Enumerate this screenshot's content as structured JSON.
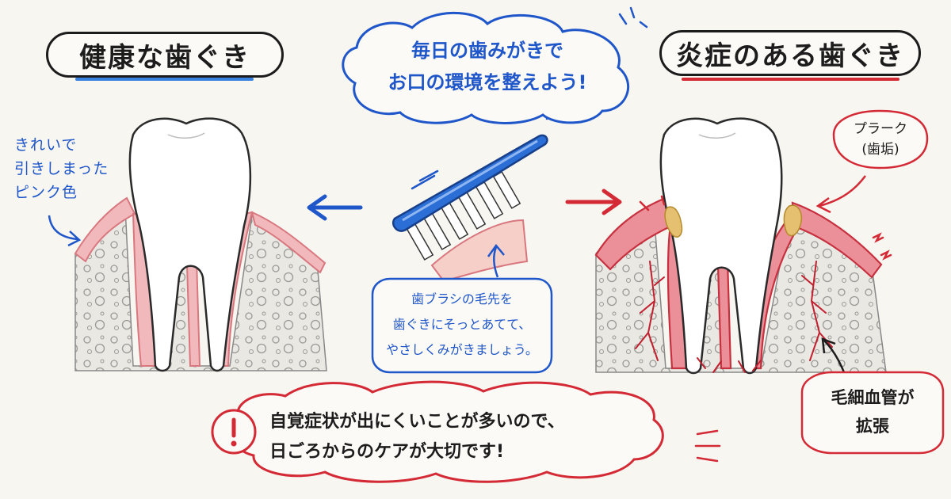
{
  "healthy": {
    "title": "健康な歯ぐき",
    "note_lines": [
      "きれいで",
      "引きしまった",
      "ピンク色"
    ]
  },
  "inflamed": {
    "title": "炎症のある歯ぐき",
    "plaque_lines": [
      "プラーク",
      "(歯垢)"
    ],
    "capillary_lines": [
      "毛細血管が",
      "拡張"
    ]
  },
  "top_bubble": {
    "lines": [
      "毎日の歯みがきで",
      "お口の環境を整えよう!"
    ]
  },
  "brush_tip": {
    "lines": [
      "歯ブラシの毛先を",
      "歯ぐきにそっとあてて、",
      "やさしくみがきましょう。"
    ]
  },
  "warning": {
    "icon": "exclamation-icon",
    "lines": [
      "自覚症状が出にくいことが多いので、",
      "日ごろからのケアが大切です!"
    ]
  },
  "colors": {
    "blue": "#1f56c9",
    "red": "#d42a35",
    "gum_pink": "#f2b9bd",
    "plaque": "#e5c070",
    "ink": "#1c1c1c"
  }
}
